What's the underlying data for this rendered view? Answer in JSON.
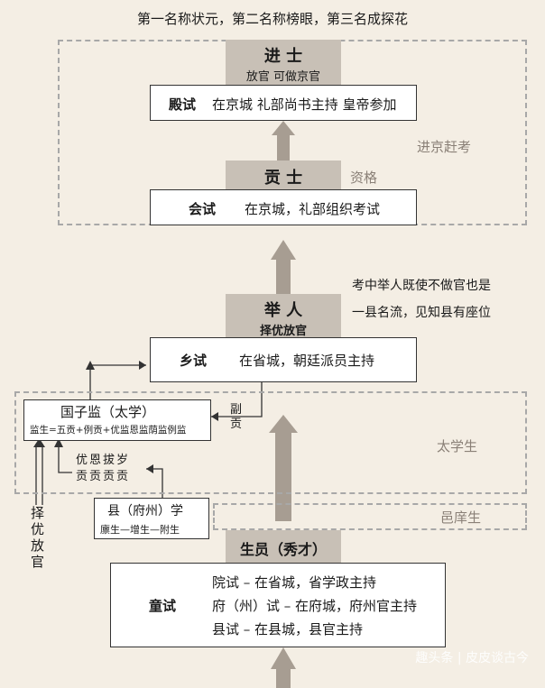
{
  "top_note": "第一名称状元，第二名称榜眼，第三名成探花",
  "jinshi": {
    "title": "进 士",
    "subtitle": "放官 可做京官"
  },
  "dianshi": {
    "name": "殿试",
    "desc": "在京城 礼部尚书主持 皇帝参加"
  },
  "gongshi": {
    "title": "贡 士",
    "tag": "资格"
  },
  "huishi": {
    "name": "会试",
    "desc": "在京城，礼部组织考试"
  },
  "region_jinjing": "进京赶考",
  "juren_note": [
    "考中举人既使不做官也是",
    "一县名流，见知县有座位"
  ],
  "juren": {
    "title": "举 人",
    "subtitle": "择优放官"
  },
  "xiangshi": {
    "name": "乡试",
    "desc": "在省城，朝廷派员主持"
  },
  "guozijian": {
    "title": "国子监（太学）",
    "desc": "监生=五贡+例贡+优监恩监荫监例监"
  },
  "fugong": "副贡",
  "region_taixue": "太学生",
  "wugong": [
    "优恩拔岁",
    "贡贡贡贡"
  ],
  "xianxue": {
    "title": "县（府州）学",
    "desc": "廪生—增生—附生"
  },
  "region_yixiang": "邑庠生",
  "zeyou": "择优放官",
  "shengyuan": {
    "title": "生员（秀才）"
  },
  "tongshi": {
    "name": "童试",
    "lines": [
      "院试 – 在省城，省学政主持",
      "府（州）试 – 在府城，府州官主持",
      "县试 – 在县城，县官主持"
    ]
  },
  "watermark": "趣头条 | 皮皮谈古今"
}
